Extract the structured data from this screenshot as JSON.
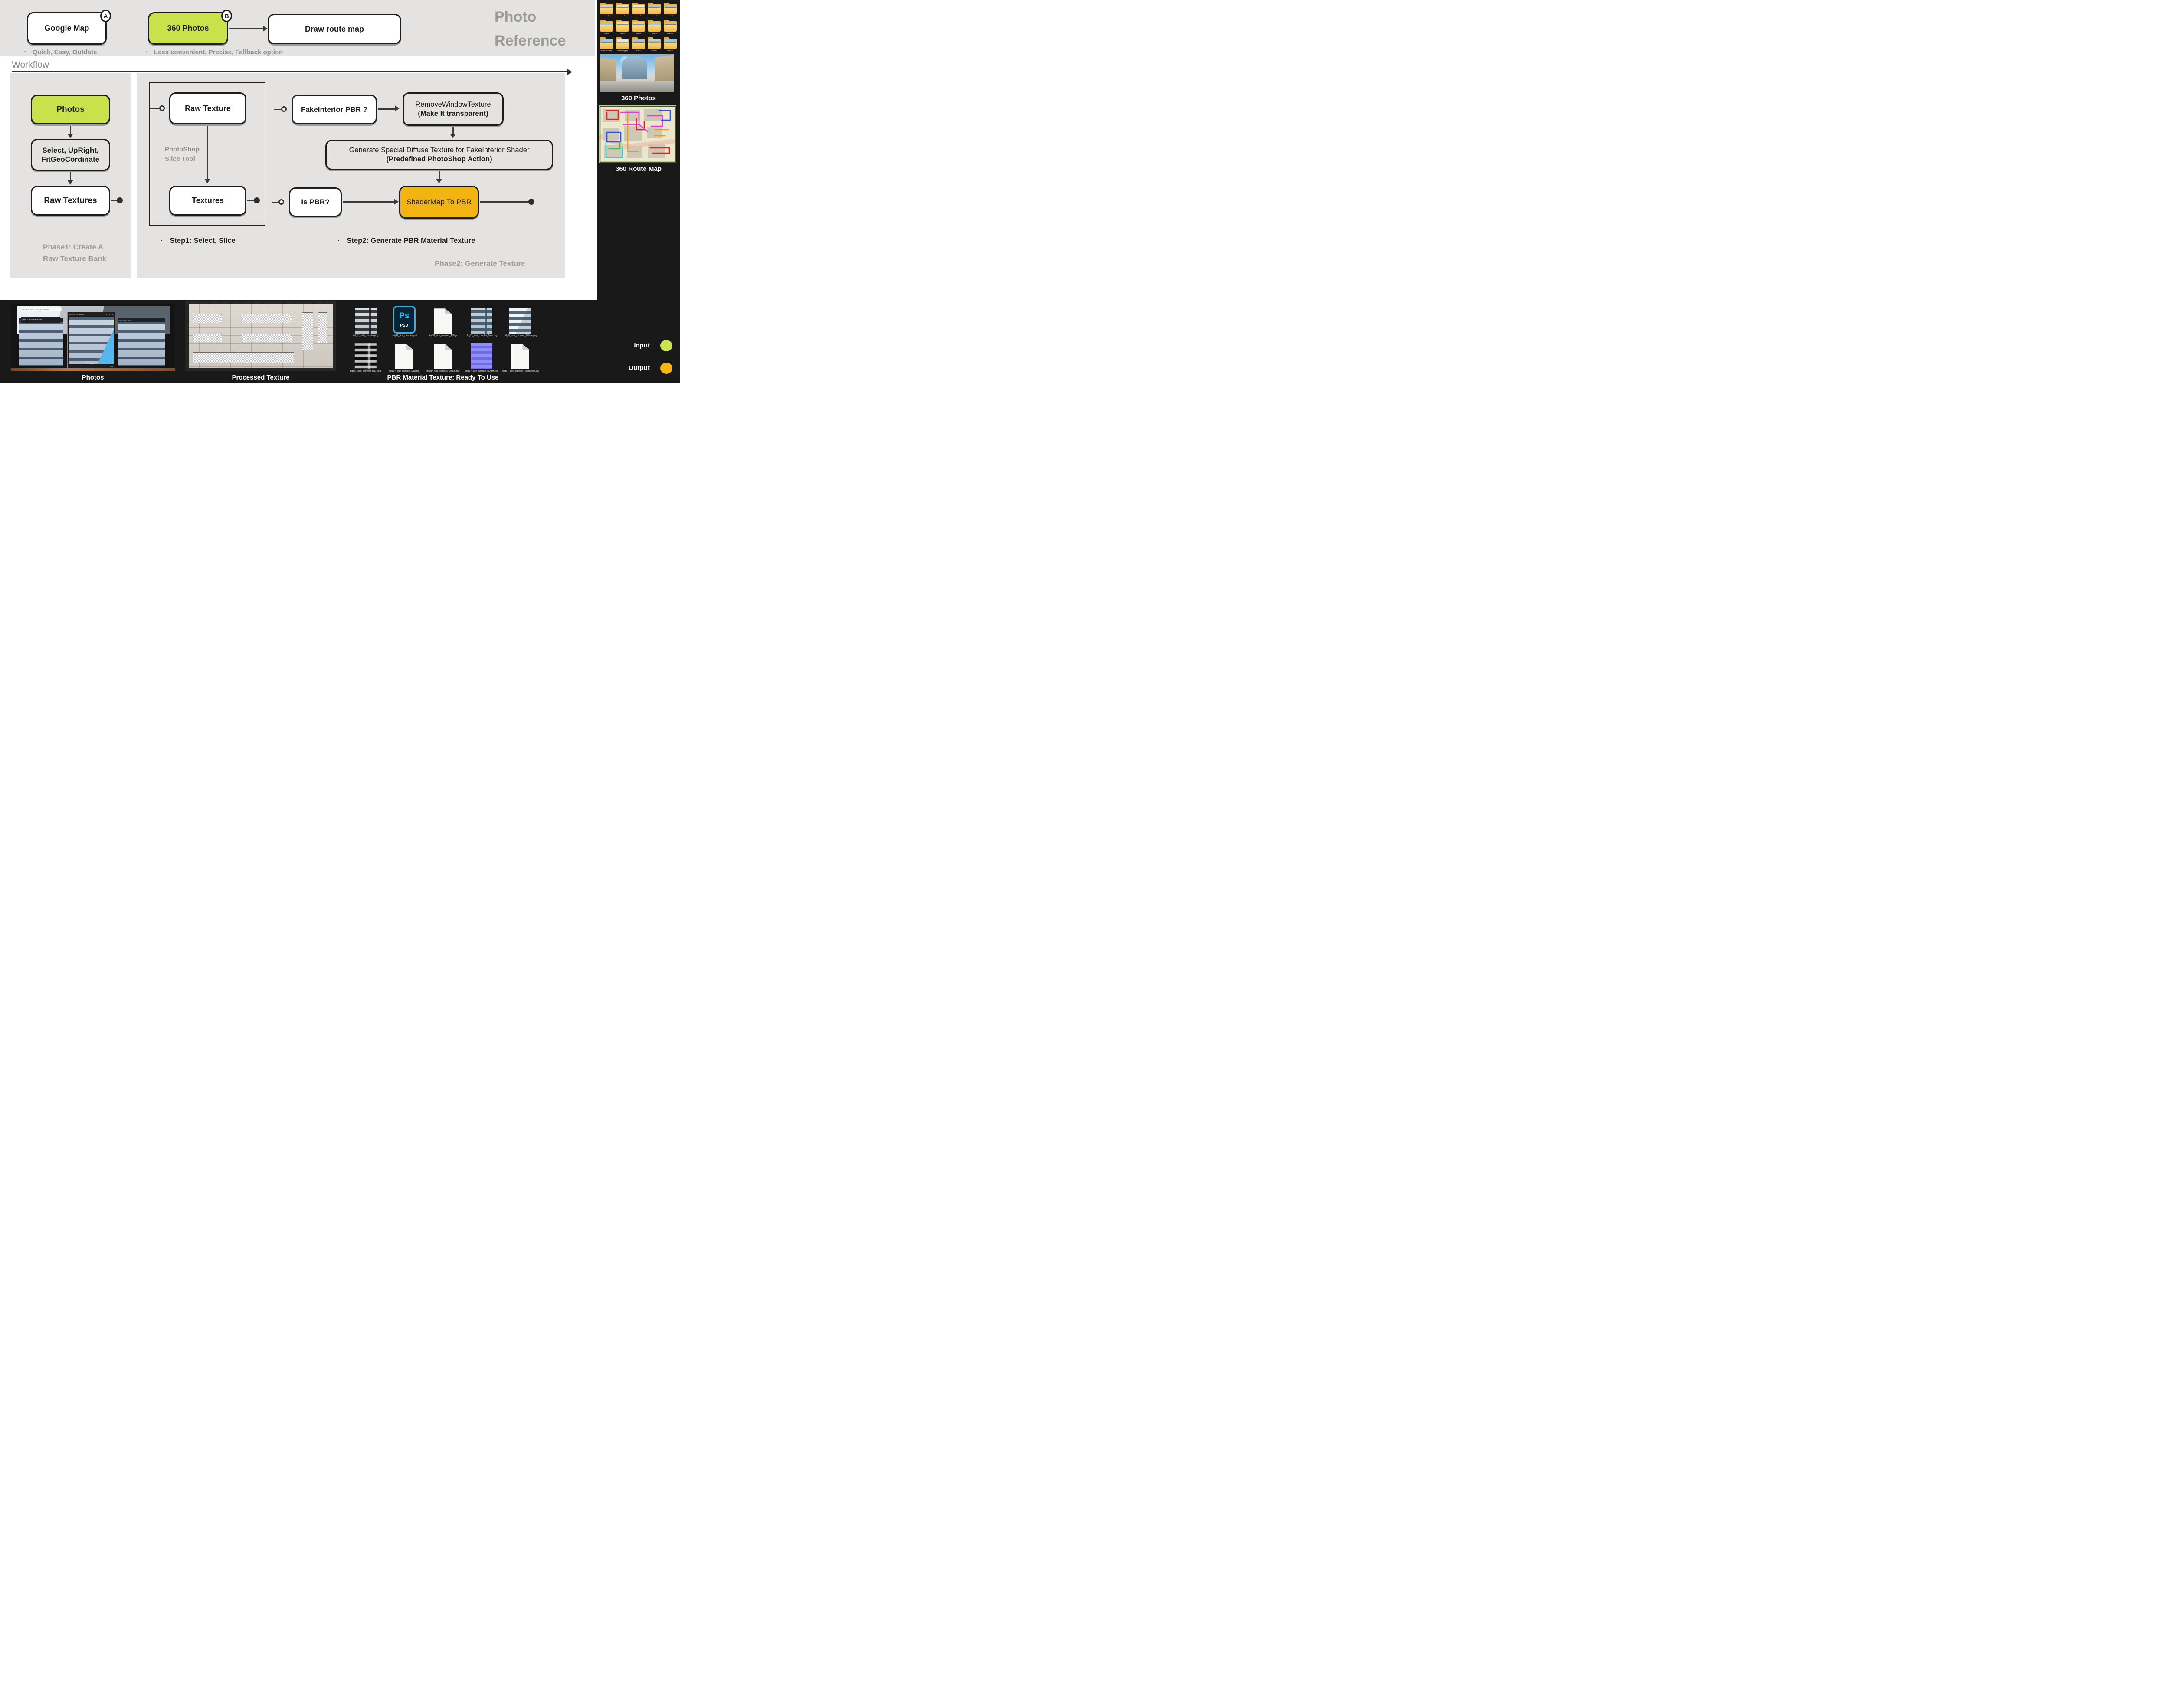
{
  "colors": {
    "panel_gray": "#e4e3e2",
    "diagram_green": "#c9e24b",
    "diagram_orange": "#f2b411",
    "legend_input_green": "#cde34f",
    "legend_output_orange": "#f5b513",
    "gray_text": "#9a9a9a",
    "dark_bg": "#191919"
  },
  "banner": {
    "option_a_badge": "A",
    "option_a_label": "Google Map",
    "option_a_note": "Quick, Easy, Outdate",
    "option_b_badge": "B",
    "option_b_label": "360 Photos",
    "option_b_note": "Less convenient, Precise, Fallback option",
    "draw_route_label": "Draw route map",
    "title_line1": "Photo",
    "title_line2": "Reference"
  },
  "workflow": {
    "label": "Workflow",
    "phase1": {
      "photos": "Photos",
      "select_line1": "Select, UpRight,",
      "select_line2": "FitGeoCordinate",
      "raw_textures": "Raw Textures",
      "caption_line1": "Phase1: Create A",
      "caption_line2": "Raw Texture Bank"
    },
    "phase2": {
      "raw_texture": "Raw Texture",
      "tool_line1": "PhotoShop",
      "tool_line2": "Slice Tool",
      "textures": "Textures",
      "step1_caption": "Step1: Select, Slice",
      "fake_interior": "FakeInterior PBR ?",
      "remove_window_line1": "RemoveWindowTexture",
      "remove_window_line2": "(Make It transparent)",
      "generate_line1": "Generate Special Diffuse Texture for FakeInterior Shader",
      "generate_line2": "(Predefined PhotoShop Action)",
      "is_pbr": "Is PBR?",
      "shadermap": "ShaderMap To PBR",
      "step2_caption": "Step2: Generate PBR Material Texture",
      "caption": "Phase2: Generate Texture"
    }
  },
  "sidebar": {
    "folders": [
      "route1",
      "route2",
      "route3",
      "route4",
      "route5",
      "route6",
      "route7",
      "route8",
      "route9",
      "route10",
      "route11-lower",
      "route11-upper",
      "route12",
      "route13",
      "route14"
    ],
    "pano_caption": "360 Photos",
    "map_caption": "360 Route Map"
  },
  "bottom": {
    "photos_caption": "Photos",
    "processed_caption": "Processed Texture",
    "pbr_caption": "PBR Material Texture: Ready To Use",
    "viewer": {
      "search_text": "760 Rue Saint-Jacques Parking",
      "place_text": "1118 R. Notre Dame O",
      "window_title": "20240516_1832...",
      "zoom_level": "18%",
      "watermark": "Google"
    },
    "psd_icon": {
      "ps": "Ps",
      "psd": "PSD"
    },
    "files": [
      {
        "name": "bldg37_side_complex.png",
        "type": "png thumbnail"
      },
      {
        "name": "bldg37_side_complex.psd",
        "type": "psd"
      },
      {
        "name": "bldg37_side_complex_AO.tga",
        "type": "tga file"
      },
      {
        "name": "bldg37_side_complex_Base.png",
        "type": "png thumbnail"
      },
      {
        "name": "bldg37_side_complex_Diffuse.png",
        "type": "png thumbnail"
      },
      {
        "name": "bldg37_side_complex_DISP.png",
        "type": "png thumbnail"
      },
      {
        "name": "bldg37_side_complex_Map.tga",
        "type": "tga file"
      },
      {
        "name": "bldg37_side_complex_Metalic.tga",
        "type": "tga file"
      },
      {
        "name": "bldg37_side_complex_NORM.png",
        "type": "png thumbnail"
      },
      {
        "name": "bldg37_side_complex_Roughness.tga",
        "type": "tga file"
      }
    ]
  },
  "legend": {
    "input": "Input",
    "output": "Output"
  }
}
